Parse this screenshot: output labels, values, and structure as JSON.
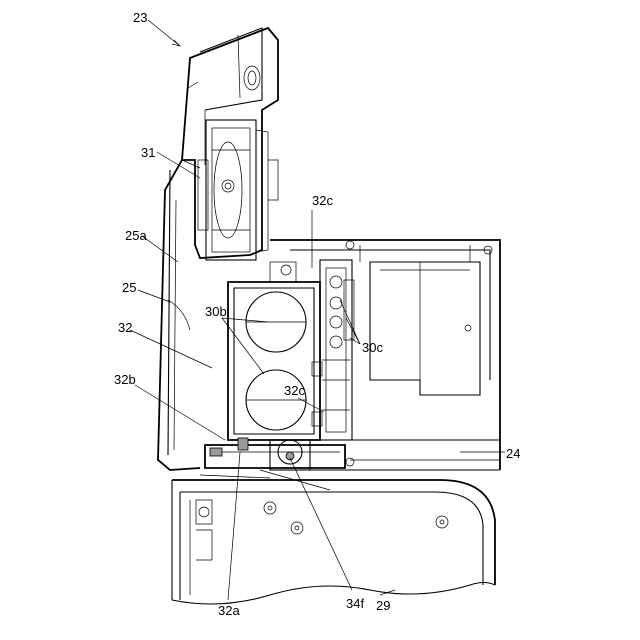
{
  "labels": {
    "l23": "23",
    "l31": "31",
    "l25a": "25a",
    "l25": "25",
    "l32": "32",
    "l32b": "32b",
    "l30b": "30b",
    "l32c_top": "32c",
    "l32c_mid": "32c",
    "l30c": "30c",
    "l24": "24",
    "l32a": "32a",
    "l34f": "34f",
    "l29": "29"
  }
}
